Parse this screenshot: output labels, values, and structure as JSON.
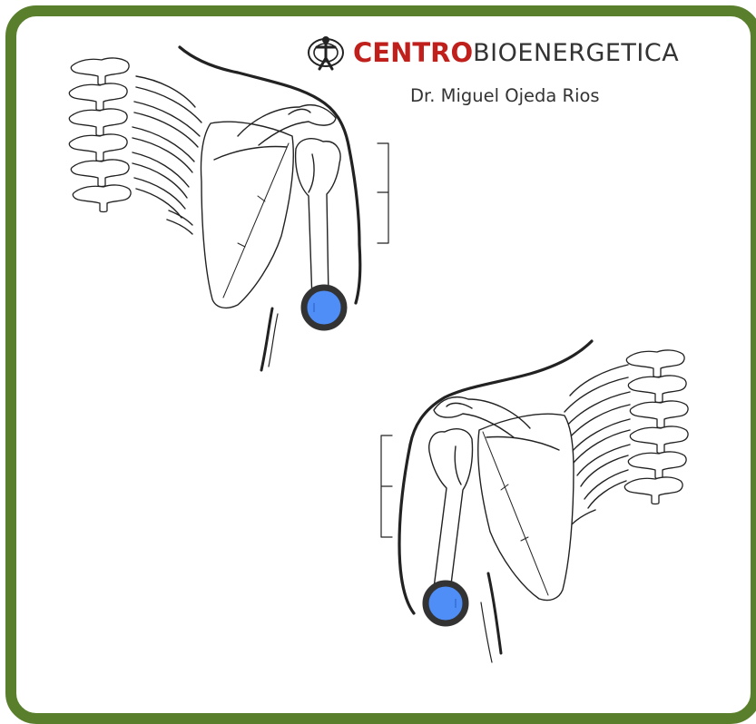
{
  "brand": {
    "name_bold": "CENTRO",
    "name_light": "BIOENERGETICA",
    "bold_color": "#c0201c",
    "icon": "human-figure-logo-icon"
  },
  "subtitle": "Dr. Miguel Ojeda Rios",
  "colors": {
    "frame": "#5a7f2c",
    "marker_fill": "#4f8ef7",
    "marker_stroke": "#333333",
    "line": "#222222"
  },
  "figures": [
    {
      "name": "shoulder-skeleton-left",
      "marker": "elbow-marker",
      "orientation": "left"
    },
    {
      "name": "shoulder-skeleton-right",
      "marker": "elbow-marker",
      "orientation": "right"
    }
  ]
}
